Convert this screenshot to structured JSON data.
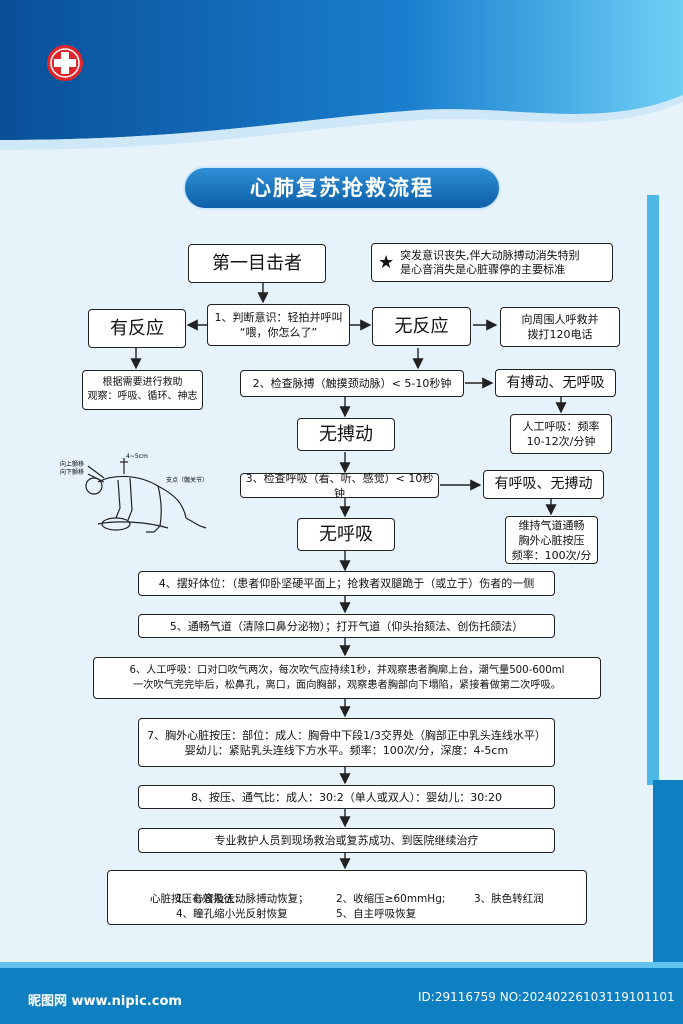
{
  "title": "心肺复苏抢救流程",
  "note": "突发意识丧失,伴大动脉搏动消失特别\n是心音消失是心脏骤停的主要标准",
  "nodes": {
    "witness": "第一目击者",
    "judge": "1、判断意识：轻拍并呼叫\n“喂，你怎么了”",
    "responsive": "有反应",
    "unresponsive": "无反应",
    "responsive_action": "根据需要进行救助\n观察：呼吸、循环、神志",
    "call_help": "向周围人呼救并\n拨打120电话",
    "check_pulse": "2、检查脉搏（触摸颈动脉）< 5-10秒钟",
    "pulse_no_breath": "有搏动、无呼吸",
    "rescue_breath": "人工呼吸：频率\n10-12次/分钟",
    "no_pulse": "无搏动",
    "check_breath": "3、检查呼吸（看、听、感觉）< 10秒钟",
    "breath_no_pulse": "有呼吸、无搏动",
    "compress_only": "维持气道通畅\n胸外心脏按压\n频率：100次/分",
    "no_breath": "无呼吸",
    "step4": "4、摆好体位：（患者仰卧坚硬平面上；抢救者双腿跪于（或立于）伤者的一侧",
    "step5": "5、通畅气道（清除口鼻分泌物）；打开气道（仰头抬颏法、创伤托颌法）",
    "step6": "6、人工呼吸：口对口吹气两次，每次吹气应持续1秒，并观察患者胸廓上台，潮气量500-600ml\n一次吹气完完毕后，松鼻孔，离口，面向胸部，观察患者胸部向下塌陷，紧接着做第二次呼吸。",
    "step7": "7、胸外心脏按压：部位：成人：胸骨中下段1/3交界处（胸部正中乳头连线水平）\n婴幼儿：紧贴乳头连线下方水平。频率：100次/分，深度：4-5cm",
    "step8": "8、按压、通气比：成人：30:2（单人或双人）：婴幼儿：30:20",
    "step9": "专业救护人员到现场救治或复苏成功、到医院继续治疗"
  },
  "metrics": {
    "header": "心脏按压有效指征：",
    "items": [
      "1、心音及大动脉搏动恢复；",
      "2、收缩压≥60mmHg;",
      "3、肤色转红润",
      "4、瞳孔缩小光反射恢复",
      "5、自主呼吸恢复"
    ]
  },
  "illustration": {
    "labels": [
      "向上颤移",
      "向下颤移",
      "4~5cm",
      "支点（髋关节）"
    ]
  },
  "watermark": {
    "site": "昵图网 www.nipic.com",
    "id": "ID:29116759 NO:20240226103119101101"
  },
  "colors": {
    "primary": "#0e7fc0",
    "accent": "#4db8e6",
    "logo": "#e0262b"
  }
}
